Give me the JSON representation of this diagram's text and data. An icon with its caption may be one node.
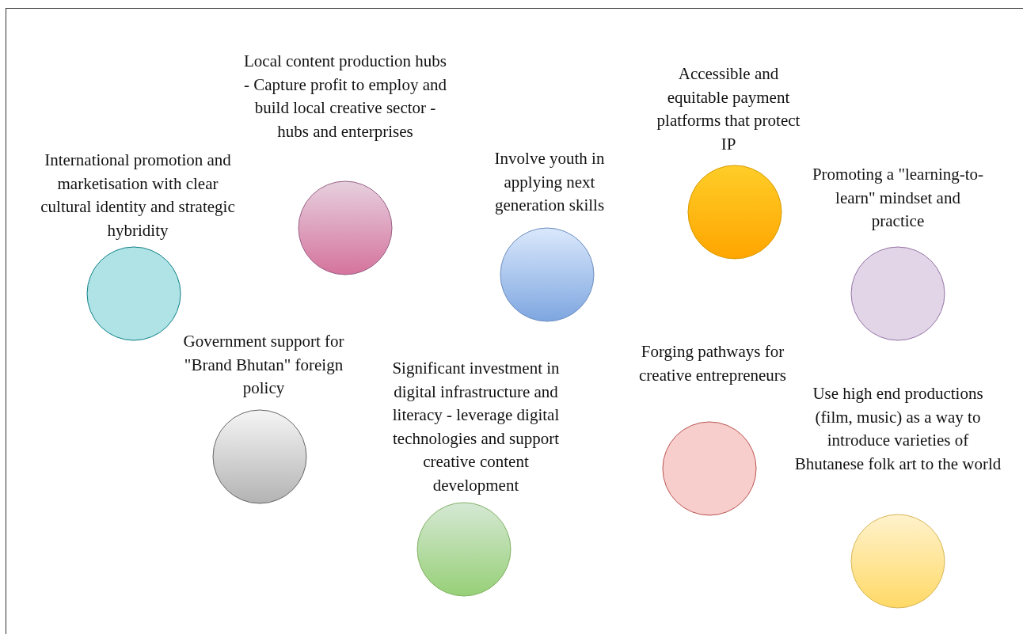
{
  "diagram": {
    "nodes": [
      {
        "text": [
          "International promotion and marketisation with clear cultural identity and strategic hybridity"
        ]
      },
      {
        "text": [
          "Local content production hubs - Capture profit to employ and build local creative sector - hubs and enterprises"
        ]
      },
      {
        "text": [
          "Involve youth in applying next generation skills"
        ]
      },
      {
        "text": [
          "Accessible and equitable payment platforms that protect IP"
        ]
      },
      {
        "text": [
          "Promoting a \"learning-to-learn\" mindset and practice"
        ]
      },
      {
        "text": [
          "Government support for \"Brand Bhutan\" foreign policy"
        ]
      },
      {
        "text": [
          "Significant investment in digital infrastructure and literacy - leverage digital technologies and support creative content development"
        ]
      },
      {
        "text": [
          "Forging pathways for creative entrepreneurs"
        ]
      },
      {
        "text": [
          "Use high end productions (film, music) as a way to introduce varieties of Bhutanese folk art to the world"
        ]
      }
    ]
  }
}
